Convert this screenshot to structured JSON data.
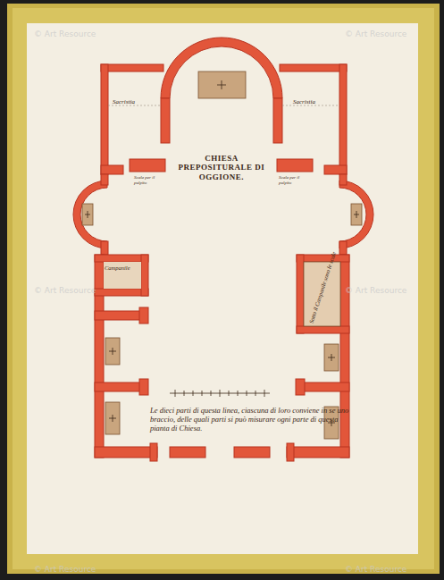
{
  "diagram": {
    "title": "CHIESA PREPOSITURALE DI OGGIONE.",
    "labels": [
      "Sacristia",
      "Sacristia",
      "Scala per il pulpito",
      "Scala per il pulpito",
      "Campanile",
      "Sotto il Campanile sono le scale",
      "Le dieci parti di questa linea, ciascuna di loro conviene in se uno braccio, delle quali parti si può misurare ogni parte di questa pianta di Chiesa.",
      "© Art Resource",
      "© Art Resource",
      "© Art Resource",
      "© Art Resource",
      "© Art Resource",
      "© Art Resource"
    ]
  }
}
